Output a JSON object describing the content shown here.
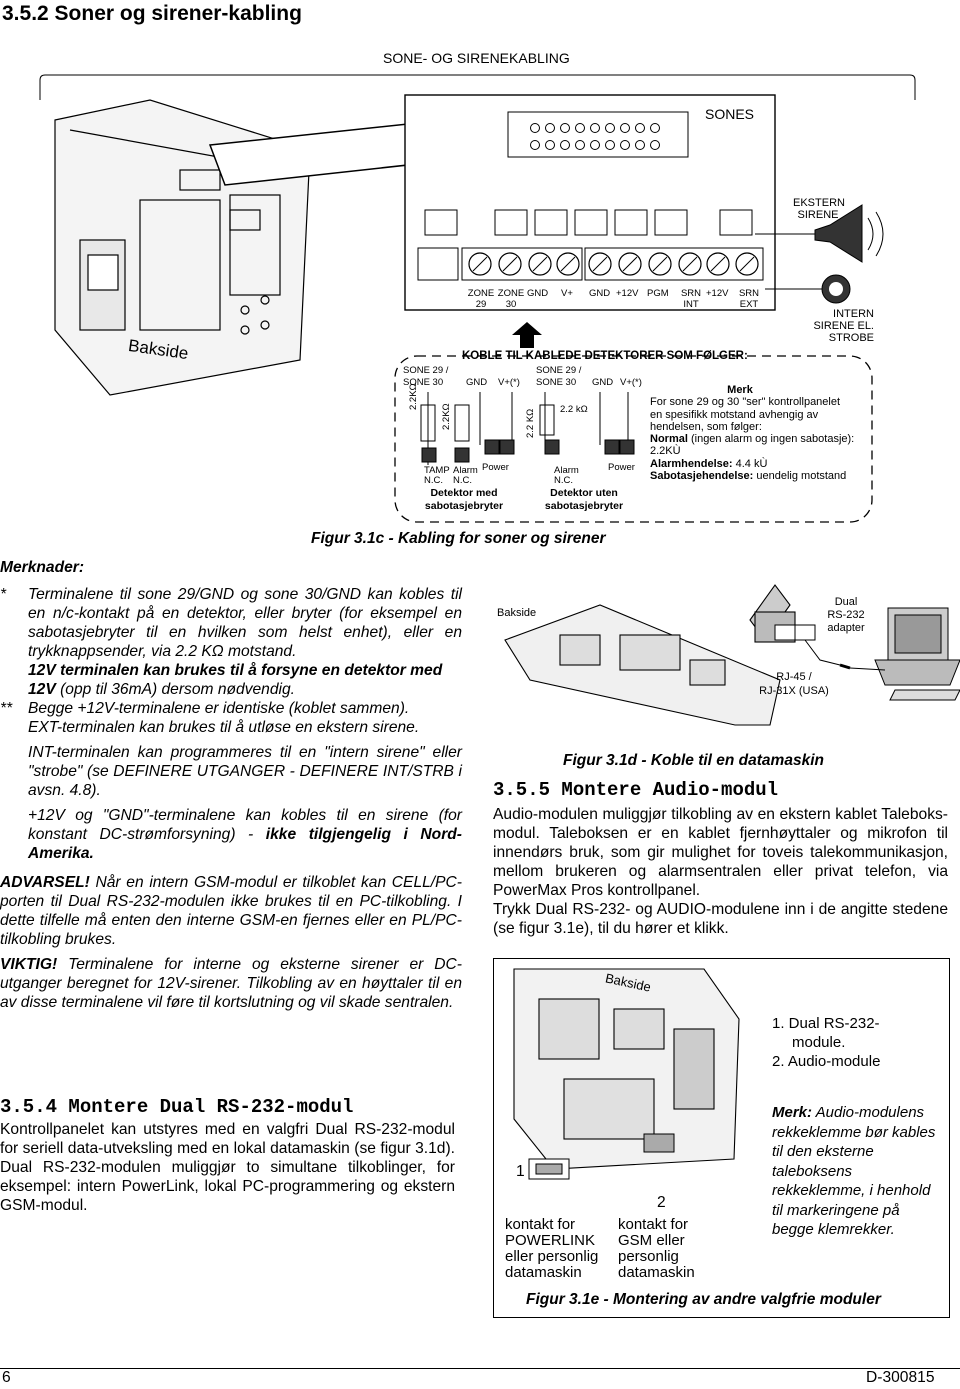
{
  "heading": "3.5.2 Soner og sirener-kabling",
  "fig_1c": {
    "title": "SONE- OG SIRENEKABLING",
    "sones_label": "SONES",
    "ekstern": "EKSTERN",
    "sirene": "SIRENE",
    "intern": "INTERN",
    "sirene_el": "SIRENE EL.",
    "strobe": "STROBE",
    "bakside": "Bakside",
    "terminals": [
      "ZONE 29",
      "ZONE 30",
      "GND",
      "V+",
      "GND",
      "+12V",
      "PGM",
      "SRN INT",
      "+12V",
      "SRN EXT"
    ],
    "koble": "KOBLE TIL KABLEDE DETEKTORER SOM FØLGER:",
    "left_sone": "SONE 29 /",
    "left_sone2": "SONE 30",
    "gnd": "GND",
    "vplus": "V+(*)",
    "r_left1": "2.2KΩ",
    "r_left2": "2.2KΩ",
    "tamp": "TAMP",
    "nc": "N.C.",
    "alarm": "Alarm",
    "power": "Power",
    "det_med1": "Detektor med",
    "det_med2": "sabotasjebryter",
    "mid_sone": "SONE 29 /",
    "mid_sone2": "SONE 30",
    "r_mid1": "2.2 KΩ",
    "r_mid2": "2.2 kΩ",
    "det_uten1": "Detektor uten",
    "det_uten2": "sabotasjebryter",
    "merk_title": "Merk",
    "merk_lines": [
      "For sone 29 og 30 \"ser\" kontrollpanelet",
      "en spesifikk motstand avhengig av",
      "hendelsen, som følger:",
      "(ingen alarm og ingen sabotasje):",
      "2.2KÙ",
      "4.4 kÙ",
      "uendelig motstand"
    ],
    "merk_bold": [
      "Normal",
      "Alarmhendelse:",
      "Sabotasjehendelse:"
    ],
    "caption": "Figur 3.1c - Kabling for soner og sirener"
  },
  "notes": {
    "title": "Merknader:",
    "star1": "*",
    "n1": "Terminalene til sone 29/GND og sone 30/GND kan kobles til en n/c-kontakt på en detektor, eller bryter (for eksempel en sabotasjebryter til en hvilken som helst enhet), eller en trykknappsender, via 2.2 KΩ motstand.",
    "n1b": "12V terminalen kan brukes til å forsyne en detektor med 12V",
    "n1c": "(opp til 36mA) dersom nødvendig.",
    "star2": "**",
    "n2": "Begge +12V-terminalene er identiske (koblet sammen).",
    "n3": "EXT-terminalen kan brukes til å utløse en ekstern sirene.",
    "n4": "INT-terminalen kan programmeres til en \"intern sirene\" eller \"strobe\" (se DEFINERE UTGANGER - DEFINERE INT/STRB i avsn. 4.8).",
    "n5": "+12V og \"GND\"-terminalene kan kobles til en sirene (for konstant DC-strømforsyning) -",
    "n5b": "ikke tilgjengelig i Nord-Amerika.",
    "adv_label": "ADVARSEL!",
    "adv": "Når en intern GSM-modul er tilkoblet kan CELL/PC-porten til Dual RS-232-modulen ikke brukes til en PC-tilkobling. I dette tilfelle må enten den interne GSM-en fjernes eller en PL/PC-tilkobling brukes.",
    "vik_label": "VIKTIG!",
    "vik": "Terminalene for interne og eksterne sirener er DC-utganger beregnet for 12V-sirener. Tilkobling av en høyttaler til en av disse terminalene vil føre til kortslutning og vil skade sentralen."
  },
  "sec354": {
    "title": "3.5.4 Montere Dual RS-232-modul",
    "body": "Kontrollpanelet kan utstyres med en valgfri Dual RS-232-modul for seriell data-utveksling med en lokal datamaskin (se figur 3.1d). Dual RS-232-modulen muliggjør to simultane tilkoblinger, for eksempel: intern PowerLink, lokal PC-programmering og ekstern GSM-modul."
  },
  "fig_1d": {
    "bakside": "Bakside",
    "dual": "Dual",
    "rs232": "RS-232",
    "adapter": "adapter",
    "rj45": "RJ-45  /",
    "rj31": "RJ-31X (USA)",
    "caption": "Figur 3.1d - Koble til en datamaskin"
  },
  "sec355": {
    "title": "3.5.5 Montere Audio-modul",
    "body": "Audio-modulen muliggjør tilkobling av en ekstern kablet Taleboks-modul. Taleboksen er en kablet fjernhøyttaler og mikrofon til innendørs bruk, som gir mulighet for toveis talekommunikasjon, mellom brukeren og alarmsentralen eller privat telefon, via PowerMax Pros kontrollpanel.",
    "body2": "Trykk Dual RS-232- og AUDIO-modulene inn i de angitte stedene (se figur 3.1e), til du hører et klikk."
  },
  "fig_1e": {
    "bakside": "Bakside",
    "item1": "1. Dual RS-232-",
    "item1b": "module.",
    "item2": "2. Audio-module",
    "merk_label": "Merk:",
    "merk": "Audio-modulens rekkeklemme bør kables til den eksterne taleboksens rekkeklemme, i henhold til markeringene på begge klemrekker.",
    "num1": "1",
    "num2": "2",
    "k1": [
      "kontakt for",
      "POWERLINK",
      "eller personlig",
      "datamaskin"
    ],
    "k2": [
      "kontakt for",
      "GSM eller",
      "personlig",
      "datamaskin"
    ],
    "caption": "Figur 3.1e - Montering av andre valgfrie moduler"
  },
  "footer": {
    "page": "6",
    "doc": "D-300815"
  }
}
